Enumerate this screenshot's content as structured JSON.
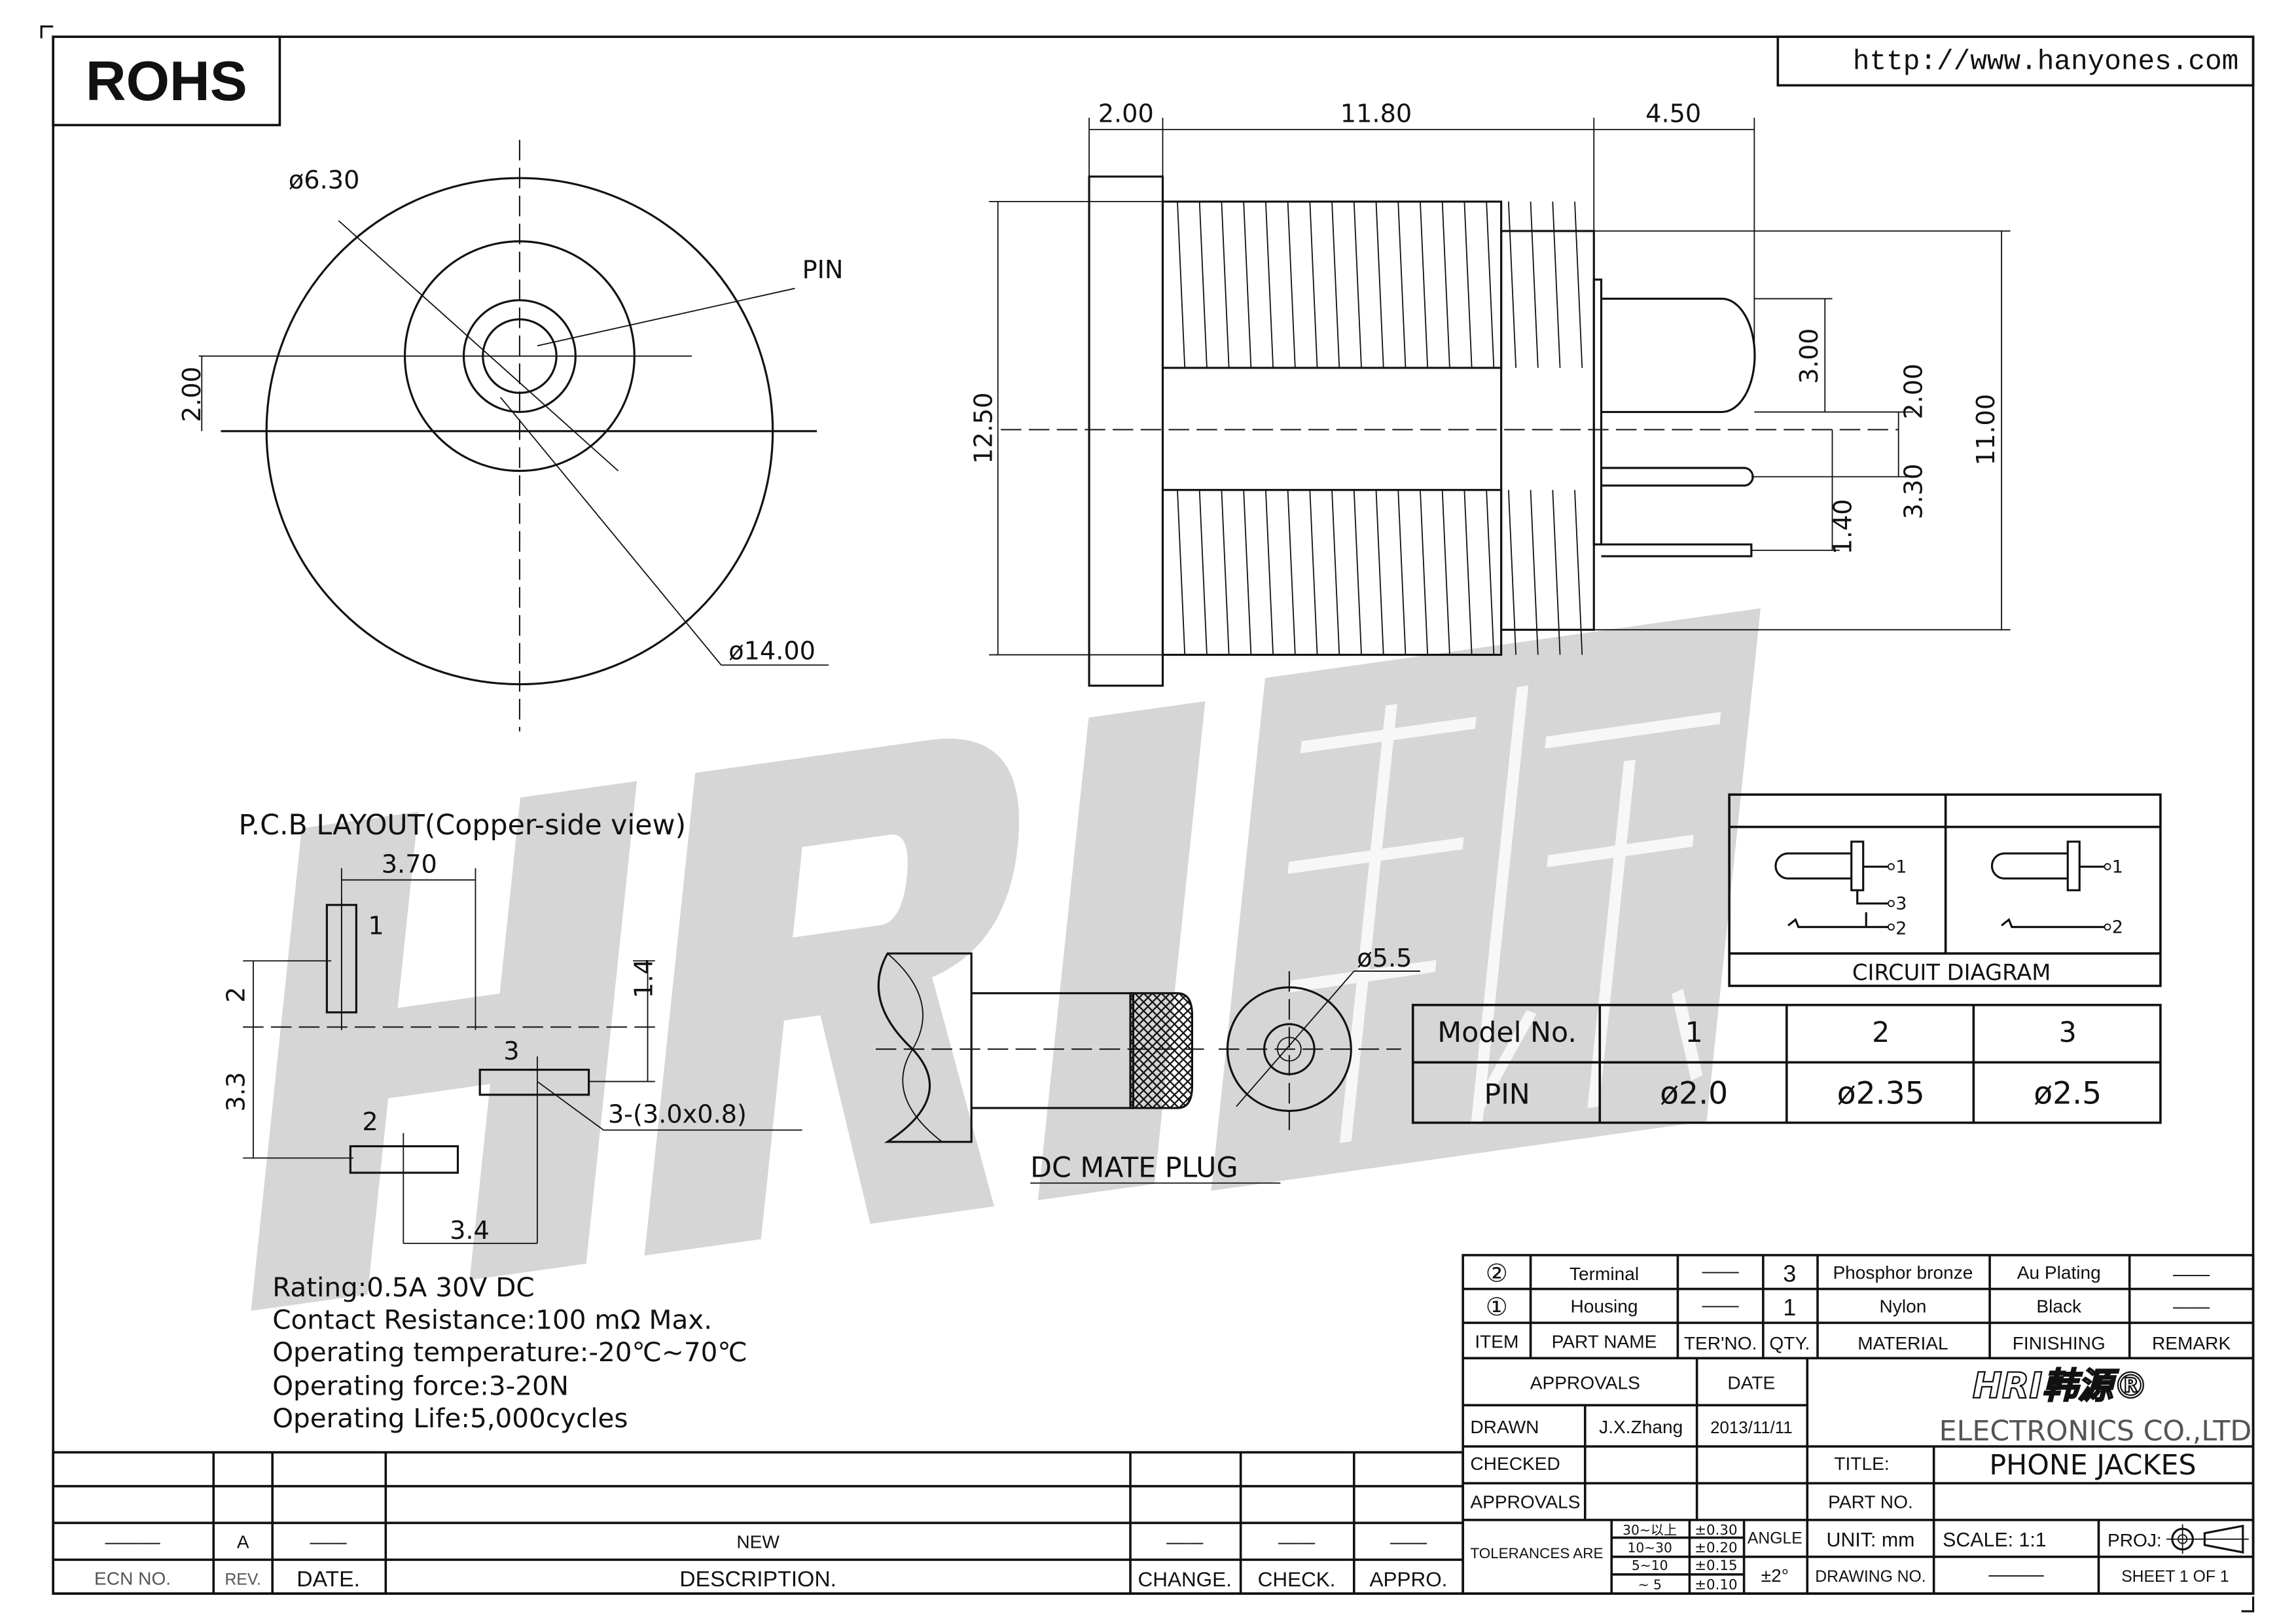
{
  "header": {
    "rohs": "ROHS",
    "url": "http://www.hanyones.com"
  },
  "watermark": {
    "logo": "HRI韩源"
  },
  "front_view": {
    "d_mid": "ø6.30",
    "pin": "PIN",
    "d_outer": "ø14.00",
    "offset": "2.00"
  },
  "side_view": {
    "d1": "2.00",
    "d2": "11.80",
    "d3": "4.50",
    "h_total": "12.50",
    "h_body": "11.00",
    "pin_h": "3.00",
    "off1": "2.00",
    "off2": "3.30",
    "off3": "1.40"
  },
  "pcb": {
    "title": "P.C.B  LAYOUT(Copper-side  view)",
    "w": "3.70",
    "pad1": "1",
    "pad2": "2",
    "pad3": "3",
    "d_2": "2",
    "d_33": "3.3",
    "d_14": "1.4",
    "d_34": "3.4",
    "pads": "3-(3.0x0.8)"
  },
  "notes": [
    "Rating:0.5A  30V  DC",
    "Contact  Resistance:100  mΩ  Max.",
    "Operating  temperature:-20℃~70℃",
    "Operating  force:3-20N",
    "Operating  Life:5,000cycles"
  ],
  "plug": {
    "dia": "ø5.5",
    "label": "DC  MATE  PLUG"
  },
  "circuit": {
    "label": "CIRCUIT  DIAGRAM",
    "pins_a": [
      "1",
      "3",
      "2"
    ],
    "pins_b": [
      "1",
      "2"
    ]
  },
  "model_table": {
    "headers": [
      "Model  No.",
      "1",
      "2",
      "3"
    ],
    "row": [
      "PIN",
      "ø2.0",
      "ø2.35",
      "ø2.5"
    ]
  },
  "bom": {
    "rows": [
      [
        "②",
        "Terminal",
        "——",
        "3",
        "Phosphor bronze",
        "Au Plating",
        "——"
      ],
      [
        "①",
        "Housing",
        "——",
        "1",
        "Nylon",
        "Black",
        "——"
      ]
    ],
    "headers": [
      "ITEM",
      "PART  NAME",
      "TER'NO.",
      "QTY.",
      "MATERIAL",
      "FINISHING",
      "REMARK"
    ]
  },
  "title_block": {
    "approvals": "APPROVALS",
    "date": "DATE",
    "drawn": "DRAWN",
    "drawn_by": "J.X.Zhang",
    "drawn_date": "2013/11/11",
    "checked": "CHECKED",
    "approvals2": "APPROVALS",
    "company_logo": "HRI韩源®",
    "company": "ELECTRONICS  CO.,LTD",
    "title_label": "TITLE:",
    "title": "PHONE  JACKES",
    "part_no": "PART  NO.",
    "tolerances": "TOLERANCES  ARE",
    "tol_ranges": [
      "30~以上",
      "10~30",
      "5~10",
      "~ 5"
    ],
    "tol_values": [
      "±0.30",
      "±0.20",
      "±0.15",
      "±0.10"
    ],
    "angle": "ANGLE",
    "angle_tol": "±2°",
    "unit": "UNIT:  mm",
    "scale": "SCALE:    1:1",
    "proj": "PROJ:",
    "drawing_no": "DRAWING  NO.",
    "drawing_no_val": "———",
    "sheet": "SHEET   1  OF  1"
  },
  "revision": {
    "row": [
      "———",
      "A",
      "——",
      "NEW",
      "——",
      "——",
      "——"
    ],
    "headers": [
      "ECN  NO.",
      "REV.",
      "DATE.",
      "DESCRIPTION.",
      "CHANGE.",
      "CHECK.",
      "APPRO."
    ]
  }
}
